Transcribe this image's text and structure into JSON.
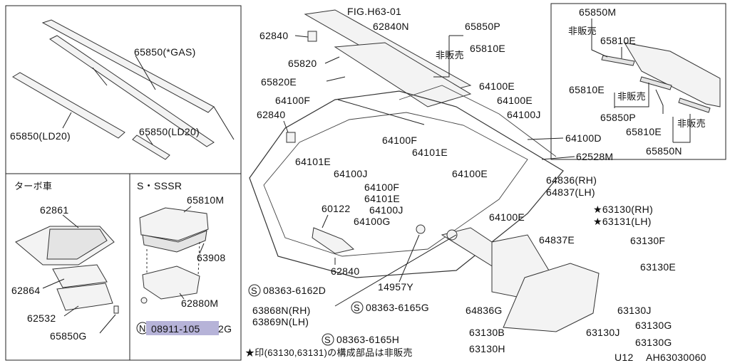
{
  "panel_top_left": {
    "label_gas": "65850(*GAS)",
    "label_ld20_a": "65850(LD20)",
    "label_ld20_b": "65850(LD20)"
  },
  "panel_turbo": {
    "title": "ターボ車",
    "parts": [
      "62861",
      "62864",
      "62532",
      "65850G"
    ]
  },
  "panel_sssr": {
    "title": "S・SSSR",
    "parts": [
      "65810M",
      "63908",
      "62880M"
    ],
    "highlight_prefix": "N",
    "highlight_part": "08911-105",
    "highlight_suffix": "2G"
  },
  "panel_top_right": {
    "parts": [
      "65850M",
      "65810E",
      "65810E",
      "65850P",
      "65810E",
      "65850N"
    ],
    "note_a": "非販売",
    "note_b": "非販売",
    "note_c": "非販売"
  },
  "main": {
    "fig_ref": "FIG.H63-01",
    "labels": [
      "62840",
      "62840N",
      "65850P",
      "非販売",
      "65810E",
      "65820",
      "65820E",
      "64100E",
      "64100E",
      "64100F",
      "62840",
      "64100J",
      "64100D",
      "64100F",
      "64101E",
      "64101E",
      "62528M",
      "64100J",
      "64100E",
      "64836(RH)",
      "64837(LH)",
      "64100F",
      "64101E",
      "64100J",
      "60122",
      "64100G",
      "64100E",
      "64837E",
      "62840",
      "14957Y",
      "64836G",
      "63868N(RH)",
      "63869N(LH)",
      "63130B",
      "63130H",
      "63130F",
      "63130E",
      "63130J",
      "63130J",
      "63130G",
      "63130G",
      "★63130(RH)",
      "★63131(LH)"
    ],
    "screw_a": "08363-6162D",
    "screw_b": "08363-6165G",
    "screw_c": "08363-6165H",
    "screw_prefix": "S"
  },
  "footer": {
    "note": "★印(63130,63131)の構成部品は非販売",
    "page_ref": "U12",
    "drawing_no": "AH63030060"
  },
  "colors": {
    "highlight": "#b6b3d8",
    "ink": "#111111"
  }
}
